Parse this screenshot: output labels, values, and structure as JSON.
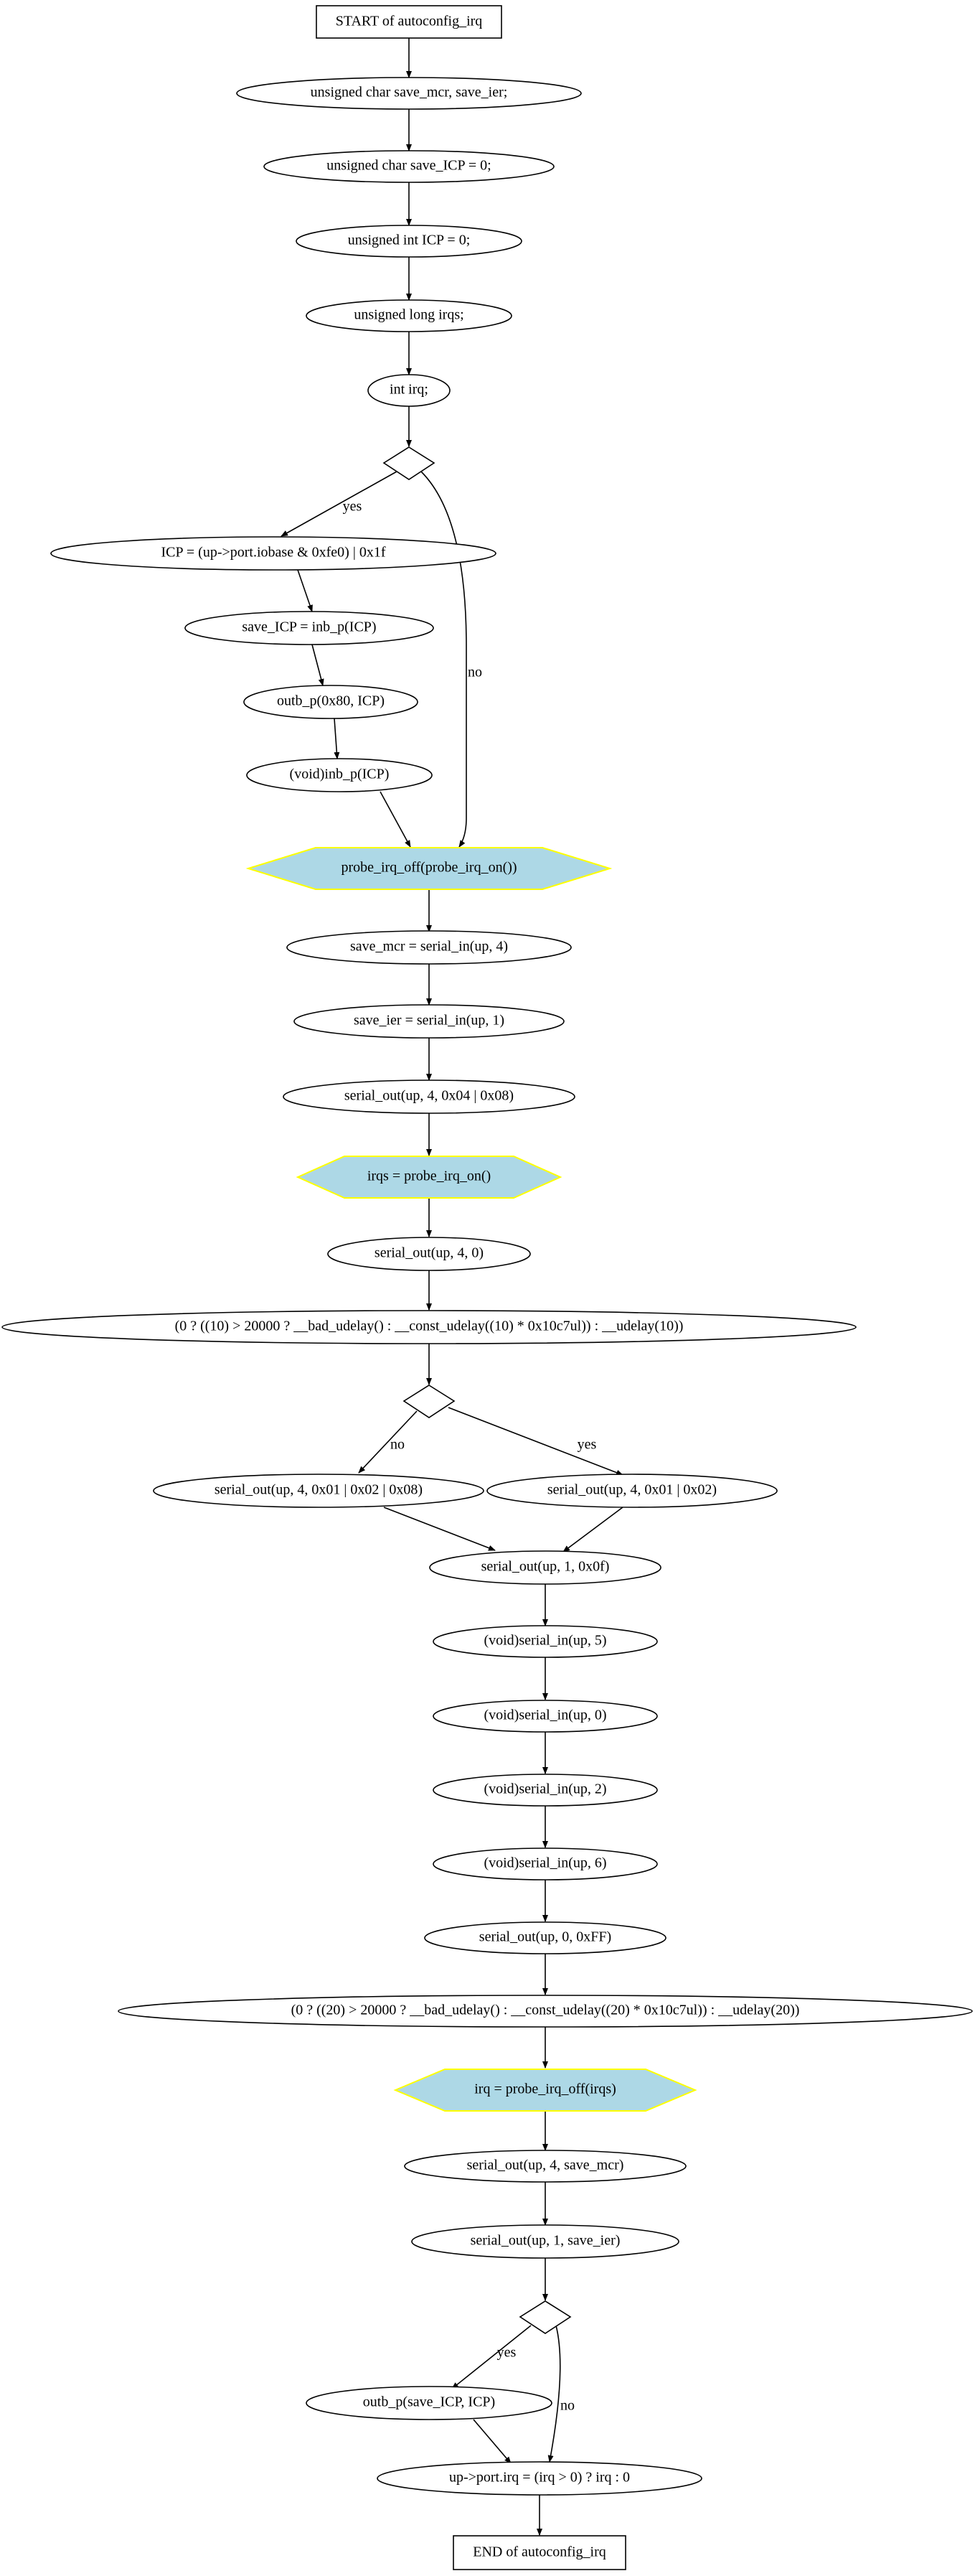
{
  "diagram": {
    "title": "autoconfig_irq control flow graph",
    "node_fill_accent": "#add8e6",
    "node_stroke_accent": "#ffff00",
    "nodes": {
      "start": "START of autoconfig_irq",
      "n1": "unsigned char save_mcr, save_ier;",
      "n2": "unsigned char save_ICP = 0;",
      "n3": "unsigned int ICP = 0;",
      "n4": "unsigned long irqs;",
      "n5": "int irq;",
      "n6": "ICP = (up->port.iobase & 0xfe0) | 0x1f",
      "n7": "save_ICP = inb_p(ICP)",
      "n8": "outb_p(0x80, ICP)",
      "n9": "(void)inb_p(ICP)",
      "h1": "probe_irq_off(probe_irq_on())",
      "n10": "save_mcr = serial_in(up, 4)",
      "n11": "save_ier = serial_in(up, 1)",
      "n12": "serial_out(up, 4, 0x04 | 0x08)",
      "h2": "irqs = probe_irq_on()",
      "n13": "serial_out(up, 4, 0)",
      "n14": "(0 ? ((10) > 20000 ? __bad_udelay() : __const_udelay((10) * 0x10c7ul)) : __udelay(10))",
      "n15": "serial_out(up, 4, 0x01 | 0x02 | 0x08)",
      "n16": "serial_out(up, 4, 0x01 | 0x02)",
      "n17": "serial_out(up, 1, 0x0f)",
      "n18": "(void)serial_in(up, 5)",
      "n19": "(void)serial_in(up, 0)",
      "n20": "(void)serial_in(up, 2)",
      "n21": "(void)serial_in(up, 6)",
      "n22": "serial_out(up, 0, 0xFF)",
      "n23": "(0 ? ((20) > 20000 ? __bad_udelay() : __const_udelay((20) * 0x10c7ul)) : __udelay(20))",
      "h3": "irq = probe_irq_off(irqs)",
      "n24": "serial_out(up, 4, save_mcr)",
      "n25": "serial_out(up, 1, save_ier)",
      "n26": "outb_p(save_ICP, ICP)",
      "n27": "up->port.irq = (irq > 0) ? irq : 0",
      "end": "END of autoconfig_irq"
    },
    "edge_labels": {
      "d1_yes": "yes",
      "d1_no": "no",
      "d2_no": "no",
      "d2_yes": "yes",
      "d3_yes": "yes",
      "d3_no": "no"
    }
  }
}
